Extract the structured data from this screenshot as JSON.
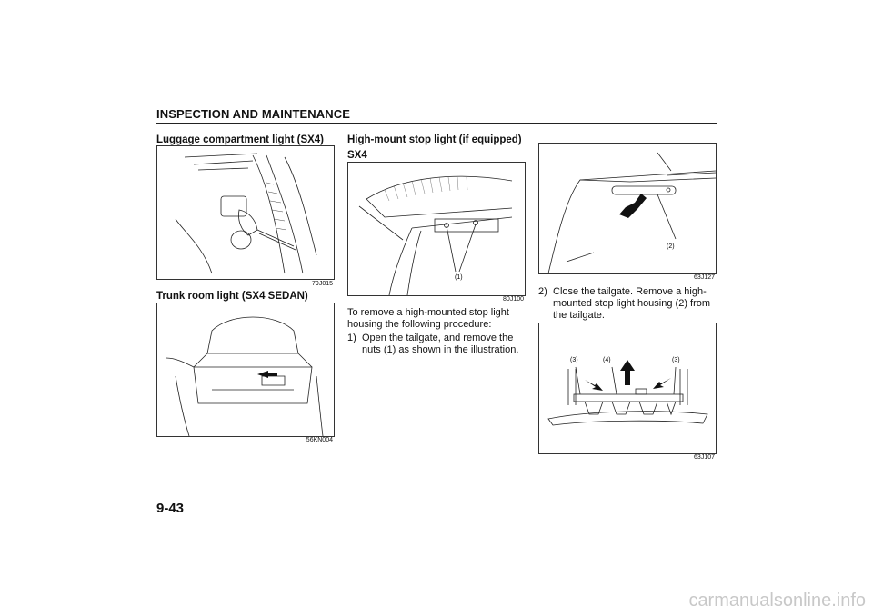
{
  "header": {
    "title": "INSPECTION AND MAINTENANCE"
  },
  "col1": {
    "heading1": "Luggage compartment light (SX4)",
    "fig1_code": "79J015",
    "heading2": "Trunk room light (SX4 SEDAN)",
    "fig2_code": "56KN004"
  },
  "col2": {
    "heading": "High-mount stop light (if equipped)",
    "subheading": "SX4",
    "fig_label": "(1)",
    "fig_code": "80J100",
    "intro": "To remove a high-mounted stop light housing the following procedure:",
    "step1_num": "1)",
    "step1_text": "Open the tailgate, and remove the nuts (1) as shown in the illustration."
  },
  "col3": {
    "fig1_label": "(2)",
    "fig1_code": "63J127",
    "step2_num": "2)",
    "step2_text": "Close the tailgate. Remove a high-mounted stop light housing (2) from the tailgate.",
    "fig2_labels": [
      "(3)",
      "(4)",
      "(3)"
    ],
    "fig2_code": "63J107"
  },
  "footer": {
    "page_number": "9-43"
  },
  "watermark": "carmanualsonline.info"
}
